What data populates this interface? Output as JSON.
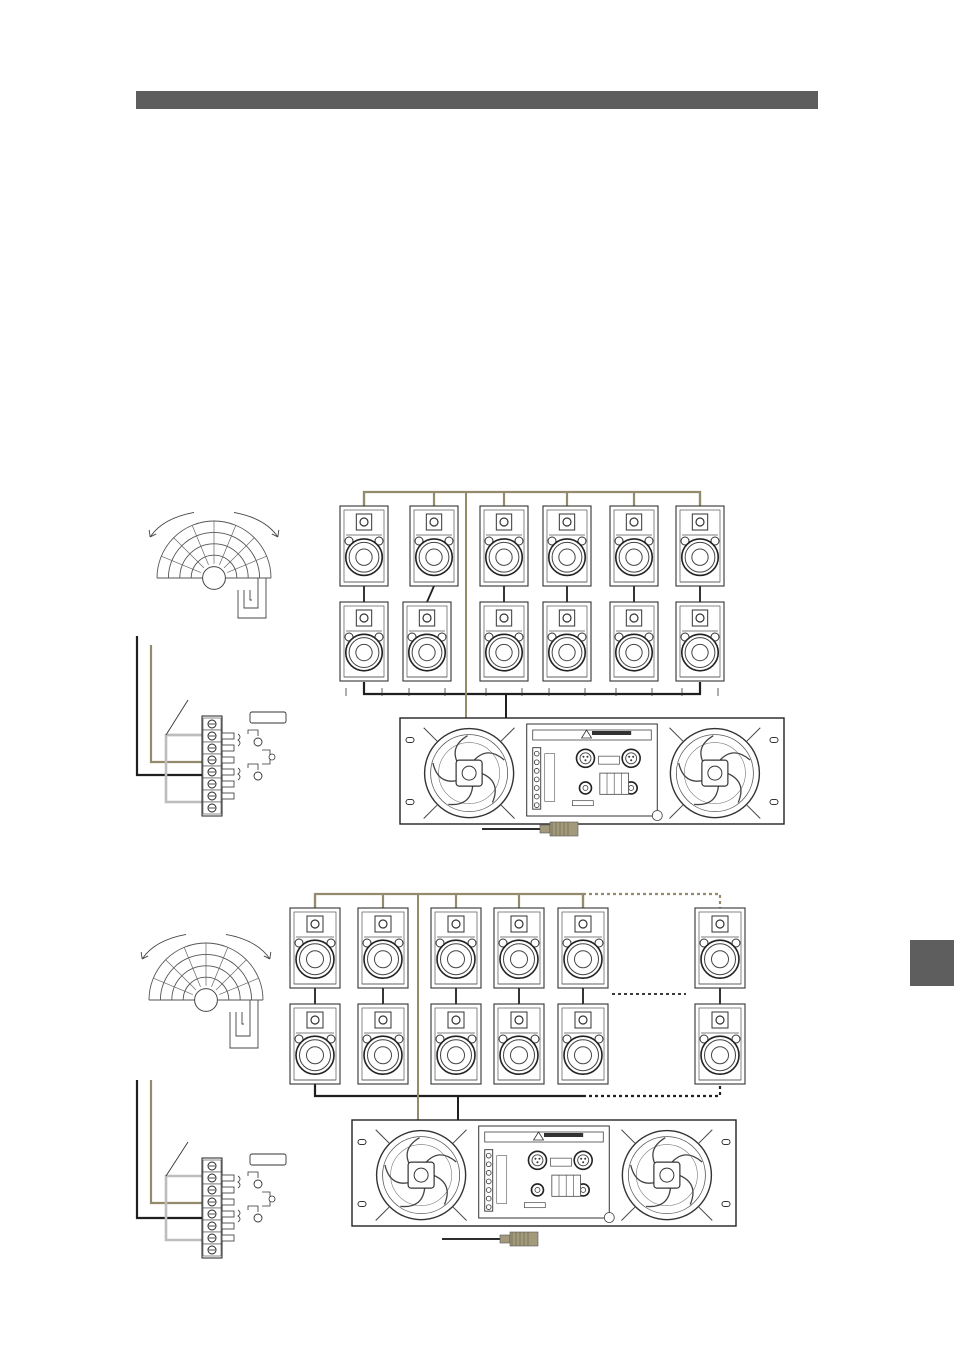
{
  "colors": {
    "bar": "#5e5e5e",
    "tan_wire": "#948a6c",
    "black_wire": "#1f1f1f",
    "grey_wire": "#bdbdbd",
    "line": "#2a2a2a"
  },
  "diagrams": [
    {
      "name": "upper-wiring-diagram",
      "top_row_speakers": 6,
      "bottom_row_speakers": 6
    },
    {
      "name": "lower-wiring-diagram",
      "top_row_speakers": 6,
      "bottom_row_speakers": 6,
      "extension": "dotted"
    }
  ],
  "icons": [
    "speaker-icon",
    "amplifier-icon",
    "fan-icon",
    "xlr-connector-icon",
    "terminal-block-icon",
    "volume-dial-icon"
  ]
}
